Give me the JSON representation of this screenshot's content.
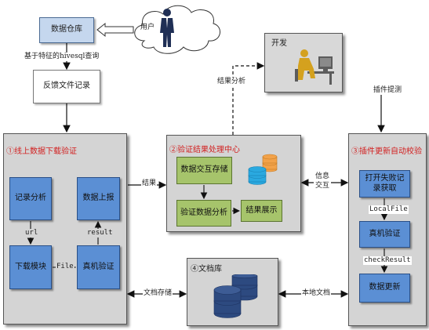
{
  "top": {
    "warehouse": "数据仓库",
    "user": "用户",
    "query_label": "基于特征的hivesql查询",
    "feedback": "反馈文件记录"
  },
  "dev": {
    "title": "开发",
    "result_analysis_label": "结果分析",
    "plugin_label": "插件提测"
  },
  "online": {
    "title": "①线上数据下载验证",
    "record_analysis": "记录分析",
    "download": "下载模块",
    "report": "数据上报",
    "device_verify": "真机验证",
    "url_label": "url",
    "file_label": "File",
    "result_label": "result"
  },
  "center": {
    "title": "②验证结果处理中心",
    "storage": "数据交互存储",
    "analysis": "验证数据分析",
    "display": "结果展示"
  },
  "auto": {
    "title": "③插件更新自动校验",
    "open_fail": "打开失败记录获取",
    "local_file_label": "LocalFile",
    "device_verify": "真机验证",
    "check_result_label": "checkResult",
    "update": "数据更新"
  },
  "docs": {
    "title": "④文档库"
  },
  "links": {
    "result_label": "结果",
    "info_exchange": "信息交互",
    "doc_storage": "文档存储",
    "local_doc": "本地文档"
  },
  "colors": {
    "panel": "#d4d4d4",
    "blue": "#5b8fd4",
    "green": "#a6c46b",
    "light_blue": "#c5d7ee",
    "title_red": "#d22020",
    "db_navy": "#2d4a80"
  }
}
